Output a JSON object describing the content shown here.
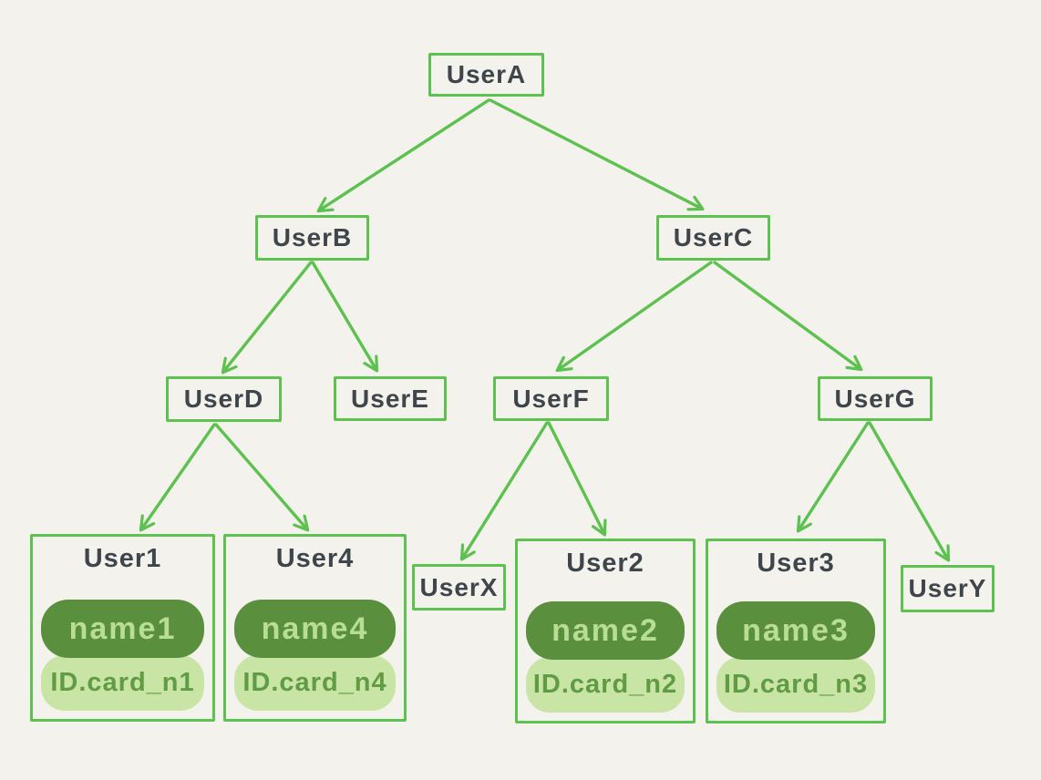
{
  "diagram": {
    "background_color": "#f4f2ec",
    "accent_color": "#5cc14f",
    "node_text_color": "#3f464b",
    "name_pill": {
      "bg": "#5a8f3e",
      "text_color": "#b8de95"
    },
    "id_pill": {
      "bg": "#c9e5a5",
      "text_color": "#5f9c44"
    },
    "nodes": {
      "userA": {
        "label": "UserA"
      },
      "userB": {
        "label": "UserB"
      },
      "userC": {
        "label": "UserC"
      },
      "userD": {
        "label": "UserD"
      },
      "userE": {
        "label": "UserE"
      },
      "userF": {
        "label": "UserF"
      },
      "userG": {
        "label": "UserG"
      },
      "userX": {
        "label": "UserX"
      },
      "userY": {
        "label": "UserY"
      }
    },
    "cards": {
      "user1": {
        "title": "User1",
        "name": "name1",
        "id_card": "ID.card_n1"
      },
      "user4": {
        "title": "User4",
        "name": "name4",
        "id_card": "ID.card_n4"
      },
      "user2": {
        "title": "User2",
        "name": "name2",
        "id_card": "ID.card_n2"
      },
      "user3": {
        "title": "User3",
        "name": "name3",
        "id_card": "ID.card_n3"
      }
    },
    "edges": [
      {
        "from": "UserA",
        "to": "UserB"
      },
      {
        "from": "UserA",
        "to": "UserC"
      },
      {
        "from": "UserB",
        "to": "UserD"
      },
      {
        "from": "UserB",
        "to": "UserE"
      },
      {
        "from": "UserC",
        "to": "UserF"
      },
      {
        "from": "UserC",
        "to": "UserG"
      },
      {
        "from": "UserD",
        "to": "User1"
      },
      {
        "from": "UserD",
        "to": "User4"
      },
      {
        "from": "UserF",
        "to": "UserX"
      },
      {
        "from": "UserF",
        "to": "User2"
      },
      {
        "from": "UserG",
        "to": "User3"
      },
      {
        "from": "UserG",
        "to": "UserY"
      }
    ]
  }
}
